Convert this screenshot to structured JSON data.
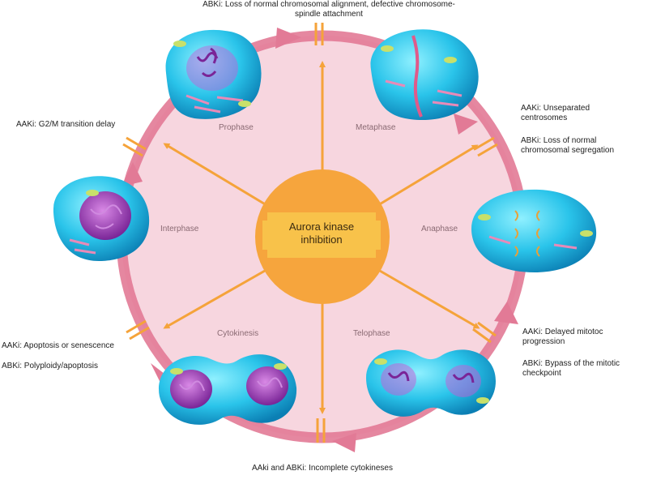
{
  "center": {
    "line1": "Aurora kinase",
    "line2": "inhibition"
  },
  "phases": {
    "prophase": "Prophase",
    "metaphase": "Metaphase",
    "anaphase": "Anaphase",
    "telophase": "Telophase",
    "cytokinesis": "Cytokinesis",
    "interphase": "Interphase"
  },
  "annotations": {
    "top_line1": "ABKi: Loss of normal chromosomal alignment, defective chromosome-",
    "top_line2": "spindle attachment",
    "g2m": "AAKi: G2/M transition delay",
    "unsep_line1": "AAKi: Unseparated",
    "unsep_line2": "centrosomes",
    "seg_line1": "ABKi: Loss of normal",
    "seg_line2": "chromosomal segregation",
    "apoptosis": "AAKi: Apoptosis or senescence",
    "polyploidy": "ABKi: Polyploidy/apoptosis",
    "delayed_line1": "AAKi: Delayed mitotoc",
    "delayed_line2": "progression",
    "bypass_line1": "ABKi: Bypass of the mitotic",
    "bypass_line2": "checkpoint",
    "bottom": "AAki and ABKi: Incomplete cytokineses"
  },
  "colors": {
    "cycle_pink": "#f7d6df",
    "cycle_arrow": "#e27a96",
    "inhibition_orange": "#f5a33a",
    "center_orange": "#f6a53d",
    "center_box": "#f8c24a",
    "cell_cyan": "#2ac4ea",
    "chromatin_purple": "#9b3fb5",
    "spindle_pink": "#e88ab8"
  },
  "icons": [
    "inhibition-bar-icon",
    "cell-illustration"
  ]
}
